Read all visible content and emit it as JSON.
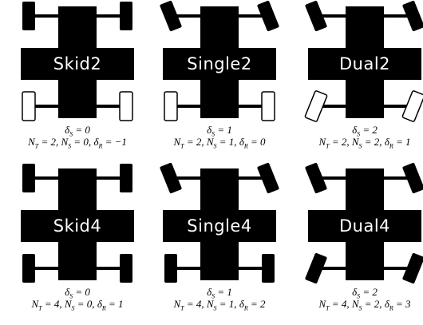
{
  "colors": {
    "fill": "#000000",
    "outline_fill": "#ffffff",
    "label_text": "#ffffff"
  },
  "robots": [
    {
      "name": "Skid2",
      "top_steered": false,
      "bottom_steered": false,
      "bottom_outline": true,
      "formula_line1": "δS = 0",
      "formula_line2": "NT = 2, NS = 0, δR = −1"
    },
    {
      "name": "Single2",
      "top_steered": true,
      "bottom_steered": false,
      "bottom_outline": true,
      "formula_line1": "δS = 1",
      "formula_line2": "NT = 2, NS = 1, δR = 0"
    },
    {
      "name": "Dual2",
      "top_steered": true,
      "bottom_steered": true,
      "bottom_outline": true,
      "formula_line1": "δS = 2",
      "formula_line2": "NT = 2, NS = 2, δR = 1"
    },
    {
      "name": "Skid4",
      "top_steered": false,
      "bottom_steered": false,
      "bottom_outline": false,
      "formula_line1": "δS = 0",
      "formula_line2": "NT = 4, NS = 0, δR = 1"
    },
    {
      "name": "Single4",
      "top_steered": true,
      "bottom_steered": false,
      "bottom_outline": false,
      "formula_line1": "δS = 1",
      "formula_line2": "NT = 4, NS = 1, δR = 2"
    },
    {
      "name": "Dual4",
      "top_steered": true,
      "bottom_steered": true,
      "bottom_outline": false,
      "formula_line1": "δS = 2",
      "formula_line2": "NT = 4, NS = 2, δR = 3"
    }
  ]
}
